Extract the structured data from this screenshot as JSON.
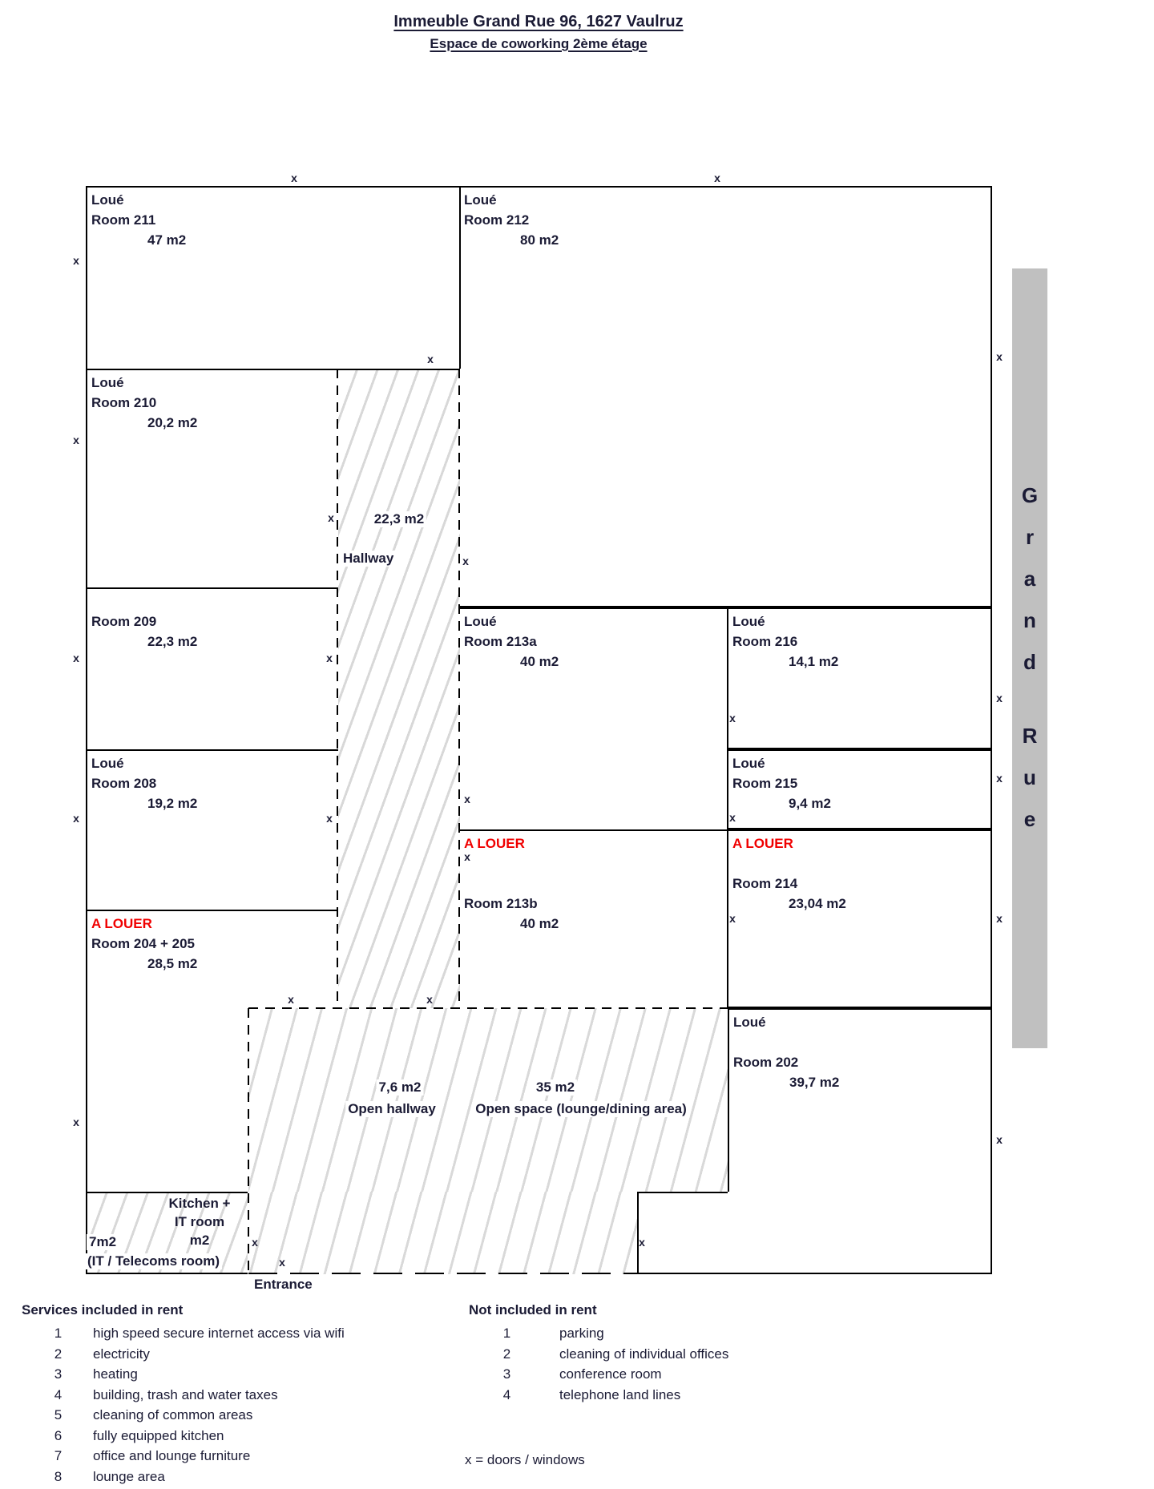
{
  "title": {
    "line1": "Immeuble Grand Rue 96, 1627 Vaulruz",
    "line2": "Espace de coworking 2ème étage"
  },
  "street": {
    "word1": "Grand",
    "word2": "Rue"
  },
  "legend": {
    "marker": "x",
    "note": "x = doors / windows"
  },
  "status_labels": {
    "rented": "Loué",
    "available": "A LOUER"
  },
  "colors": {
    "available_red": "#f00000",
    "text_ink": "#1b1b35",
    "street_bar_gray": "#c0c0c0",
    "hatch_gray": "#d8d8d8"
  },
  "rooms": {
    "r211": {
      "status": "Loué",
      "name": "Room 211",
      "area": "47 m2"
    },
    "r212": {
      "status": "Loué",
      "name": "Room 212",
      "area": "80 m2"
    },
    "r210": {
      "status": "Loué",
      "name": "Room 210",
      "area": "20,2 m2"
    },
    "r209": {
      "status": "",
      "name": "Room 209",
      "area": "22,3 m2"
    },
    "r208": {
      "status": "Loué",
      "name": "Room 208",
      "area": "19,2 m2"
    },
    "r204": {
      "status": "A LOUER",
      "name": "Room 204 + 205",
      "area": "28,5 m2"
    },
    "r213a": {
      "status": "Loué",
      "name": "Room 213a",
      "area": "40 m2"
    },
    "r213b": {
      "status": "A LOUER",
      "name": "Room 213b",
      "area": "40 m2"
    },
    "r216": {
      "status": "Loué",
      "name": "Room 216",
      "area": "14,1 m2"
    },
    "r215": {
      "status": "Loué",
      "name": "Room 215",
      "area": "9,4 m2"
    },
    "r214": {
      "status": "A LOUER",
      "name": "Room 214",
      "area": "23,04 m2"
    },
    "r202": {
      "status": "Loué",
      "name": "Room 202",
      "area": "39,7 m2"
    }
  },
  "hallway": {
    "area": "22,3 m2",
    "label": "Hallway"
  },
  "open_hallway": {
    "area": "7,6 m2",
    "label": "Open hallway"
  },
  "open_space": {
    "area": "35 m2",
    "label": "Open space (lounge/dining area)"
  },
  "kitchen": {
    "line1": "Kitchen +",
    "line2": "IT room",
    "line3": "m2"
  },
  "telecom": {
    "area": "7m2",
    "label": "(IT / Telecoms room)"
  },
  "entrance": {
    "label": "Entrance"
  },
  "services_included": {
    "heading": "Services included in rent",
    "items": [
      {
        "n": "1",
        "label": "high speed secure internet access via wifi"
      },
      {
        "n": "2",
        "label": "electricity"
      },
      {
        "n": "3",
        "label": "heating"
      },
      {
        "n": "4",
        "label": "building, trash and water taxes"
      },
      {
        "n": "5",
        "label": "cleaning of common areas"
      },
      {
        "n": "6",
        "label": "fully equipped kitchen"
      },
      {
        "n": "7",
        "label": "office and lounge furniture"
      },
      {
        "n": "8",
        "label": "lounge area"
      }
    ]
  },
  "not_included": {
    "heading": "Not included in rent",
    "items": [
      {
        "n": "1",
        "label": "parking"
      },
      {
        "n": "2",
        "label": "cleaning of individual offices"
      },
      {
        "n": "3",
        "label": "conference room"
      },
      {
        "n": "4",
        "label": "telephone land lines"
      }
    ]
  }
}
